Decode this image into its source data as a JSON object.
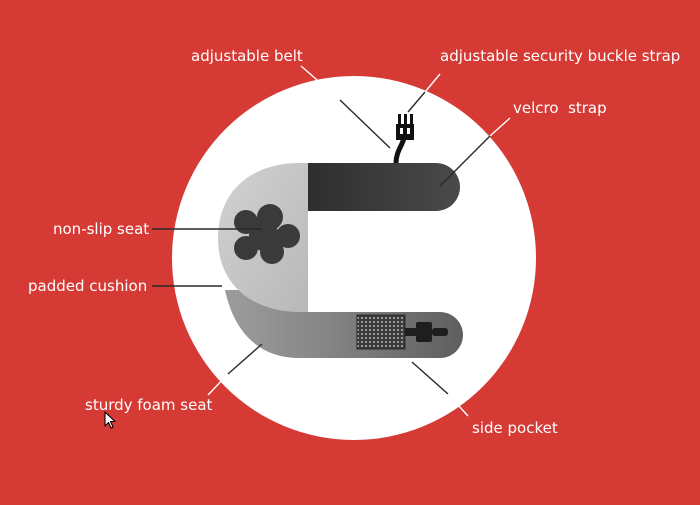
{
  "diagram": {
    "labels": {
      "adjustable_belt": "adjustable belt",
      "buckle_strap": "adjustable security buckle strap",
      "velcro_strap": "velcro  strap",
      "non_slip_seat": "non-slip seat",
      "padded_cushion": "padded cushion",
      "sturdy_foam_seat": "sturdy foam seat",
      "side_pocket": "side pocket"
    },
    "colors": {
      "background": "#d63a34",
      "circle": "#ffffff",
      "strap_dark": "#3c3c3c",
      "cushion_light": "#c4c4c4",
      "base_mid": "#8a8a8a",
      "ink": "#2a2a2a"
    },
    "icons": {
      "cursor": "mouse-pointer-icon",
      "buckle": "buckle-icon",
      "flower": "flower-shape-icon",
      "mesh": "mesh-pocket-icon"
    }
  }
}
